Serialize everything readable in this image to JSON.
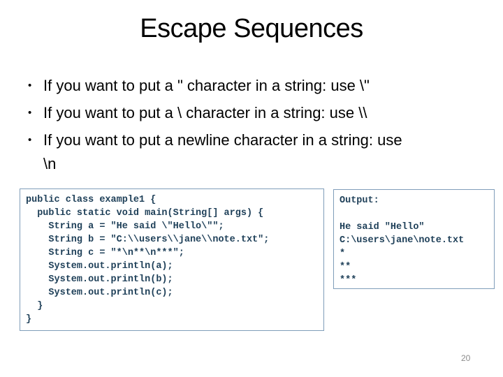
{
  "slide": {
    "title": "Escape Sequences",
    "bullet_char": "•",
    "bullets": [
      "If you want to put a \" character in a string: use \\\"",
      "If you want to put a \\ character in a string: use \\\\",
      "If you want to put a newline character in a string: use\n\\n"
    ],
    "code": "public class example1 {\n  public static void main(String[] args) {\n    String a = \"He said \\\"Hello\\\"\";\n    String b = \"C:\\\\users\\\\jane\\\\note.txt\";\n    String c = \"*\\n**\\n***\";\n    System.out.println(a);\n    System.out.println(b);\n    System.out.println(c);\n  }\n}",
    "output": "Output:\n\nHe said \"Hello\"\nC:\\users\\jane\\note.txt\n*\n**\n***",
    "page_number": "20",
    "colors": {
      "code_text": "#1F4059",
      "box_border": "#7F9DB9",
      "page_number": "#8C8C8C"
    }
  }
}
